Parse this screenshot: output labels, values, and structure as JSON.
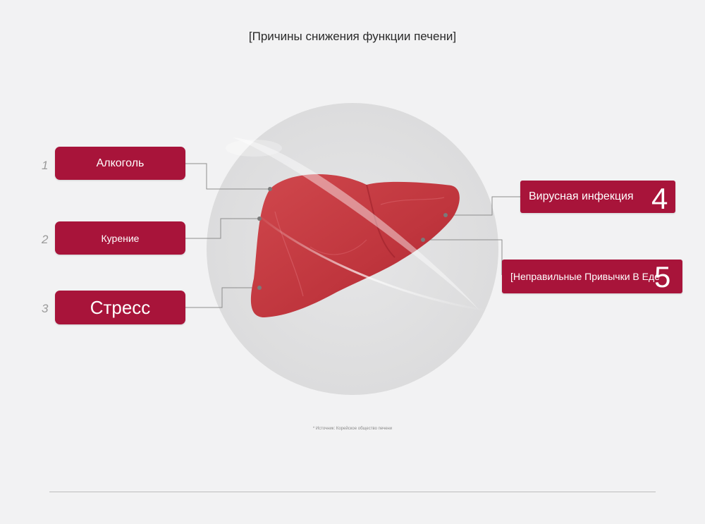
{
  "title": "[Причины снижения функции печени]",
  "causes": [
    {
      "number": "1",
      "label": "Алкоголь"
    },
    {
      "number": "2",
      "label": "Курение"
    },
    {
      "number": "3",
      "label": "Стресс"
    },
    {
      "number": "4",
      "label": "Вирусная инфекция"
    },
    {
      "number": "5",
      "label": "[Неправильные Привычки В Еде"
    }
  ],
  "source": "* Источник: Корейское общество печени",
  "colors": {
    "accent": "#a8143a",
    "liver": "#c0373f",
    "background": "#f2f2f3"
  }
}
